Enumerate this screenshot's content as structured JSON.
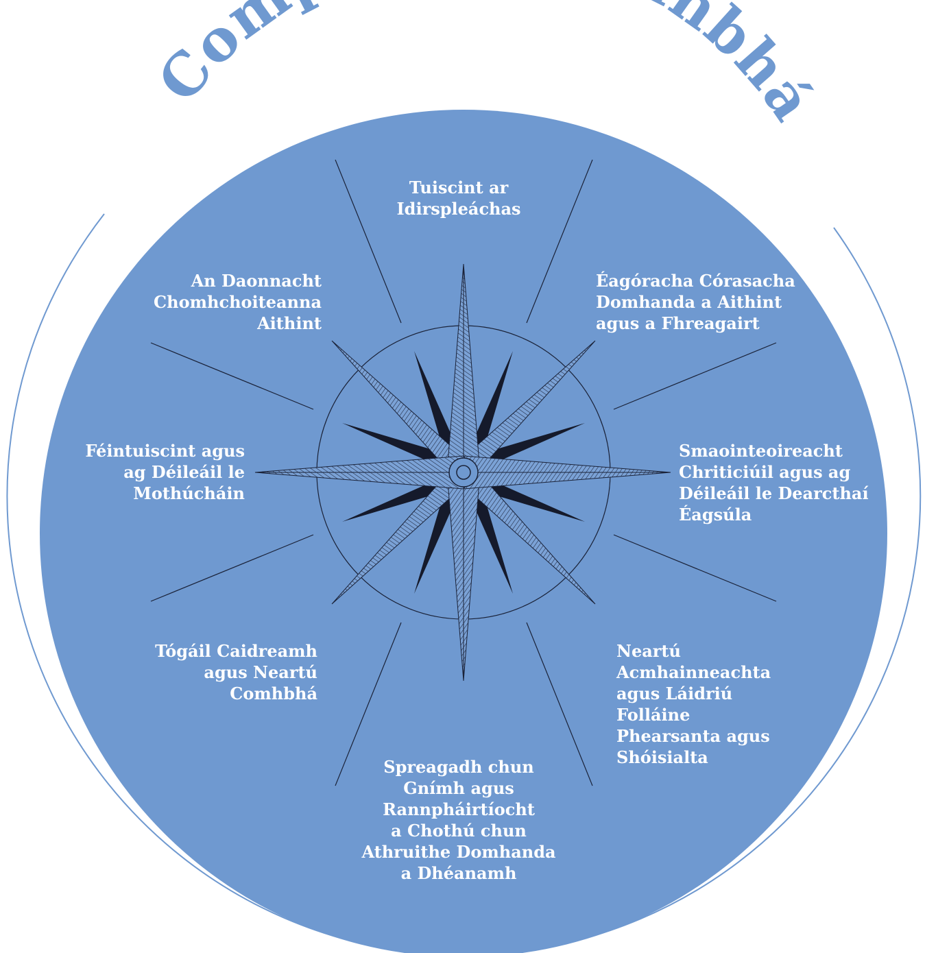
{
  "title": "Compás na Comhbhá",
  "colors": {
    "disc": "#6f99d0",
    "title": "#6f99d0",
    "outer_ring": "#6f99d0",
    "label_text": "#ffffff",
    "rose_dark": "#151a2b",
    "rose_line": "#1a2238"
  },
  "competencies": [
    {
      "id": "n",
      "lines": [
        "Tuiscint ar",
        "Idirspleáchas"
      ]
    },
    {
      "id": "ne",
      "lines": [
        "Éagóracha Córasacha",
        "Domhanda a Aithint",
        "agus a Fhreagairt"
      ]
    },
    {
      "id": "e",
      "lines": [
        "Smaointeoireacht",
        "Chriticiúil agus ag",
        "Déileáil le Dearcthaí",
        "Éagsúla"
      ]
    },
    {
      "id": "se",
      "lines": [
        "Neartú",
        "Acmhainneachta",
        "agus Láidriú",
        "Folláine",
        "Phearsanta agus",
        "Shóisialta"
      ]
    },
    {
      "id": "s",
      "lines": [
        "Spreagadh chun",
        "Gnímh agus",
        "Rannpháirtíocht",
        "a Chothú chun",
        "Athruithe Domhanda",
        "a Dhéanamh"
      ]
    },
    {
      "id": "sw",
      "lines": [
        "Tógáil Caidreamh",
        "agus Neartú",
        "Comhbhá"
      ]
    },
    {
      "id": "w",
      "lines": [
        "Féintuiscint agus",
        "ag Déileáil le",
        "Mothúcháin"
      ]
    },
    {
      "id": "nw",
      "lines": [
        "An Daonnacht",
        "Chomhchoiteanna",
        "Aithint"
      ]
    }
  ]
}
